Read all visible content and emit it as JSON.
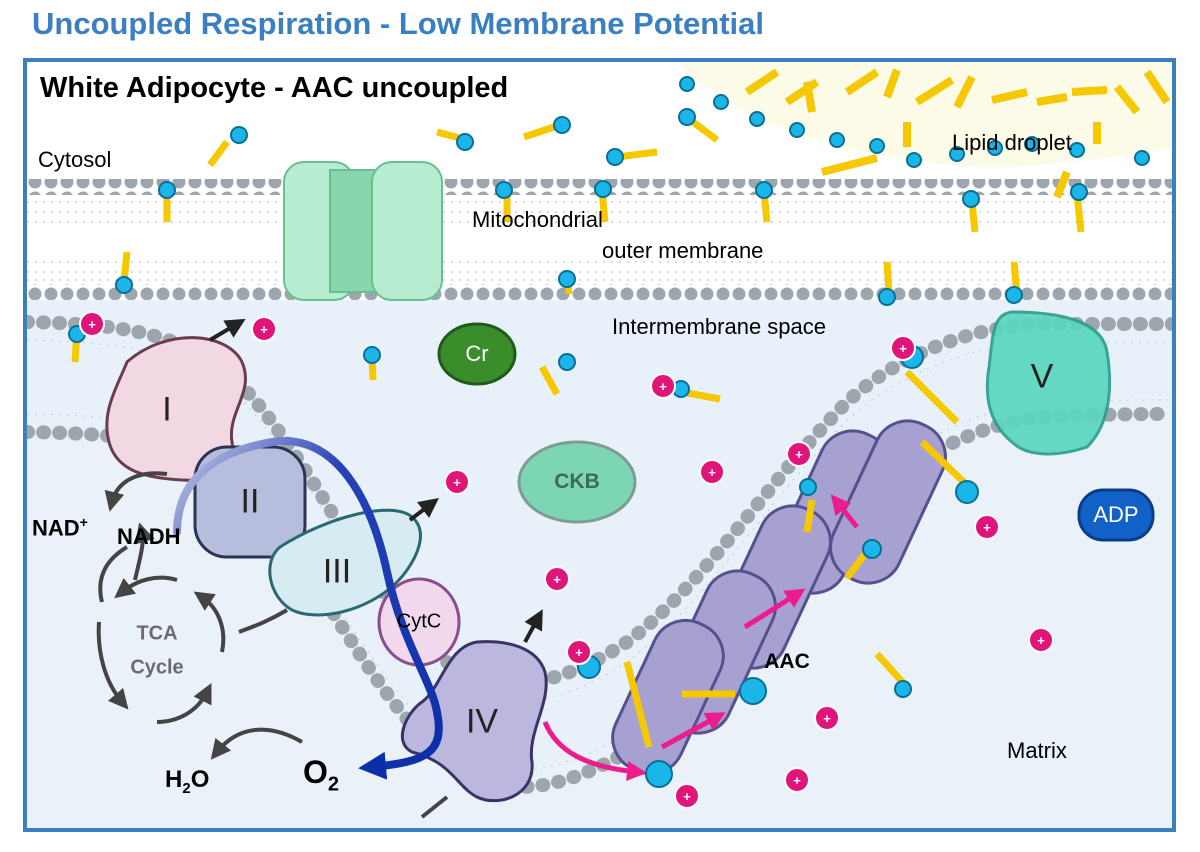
{
  "header": {
    "title": "Uncoupled Respiration - Low Membrane Potential"
  },
  "panel": {
    "title": "White Adipocyte - AAC uncoupled"
  },
  "regions": {
    "cytosol": "Cytosol",
    "outer_membrane_line1": "Mitochondrial",
    "outer_membrane_line2": "outer membrane",
    "lipid_droplet": "Lipid droplet",
    "intermembrane_space": "Intermembrane space",
    "matrix": "Matrix"
  },
  "complexes": {
    "c1": "I",
    "c2": "II",
    "c3": "III",
    "c4": "IV",
    "c5": "V",
    "cytc": "CytC",
    "aac": "AAC"
  },
  "molecules": {
    "cr": "Cr",
    "ckb": "CKB",
    "adp": "ADP",
    "nad": "NAD",
    "nad_sup": "+",
    "nadh": "NADH",
    "tca_line1": "TCA",
    "tca_line2": "Cycle",
    "h2o_h": "H",
    "h2o_sub": "2",
    "h2o_o": "O",
    "o2_o": "O",
    "o2_sub": "2",
    "proton": "+"
  },
  "colors": {
    "title_blue": "#3a7fc1",
    "membrane_head": "#9ea6ad",
    "fatty_acid_tail": "#f5c800",
    "fatty_acid_head": "#2ab6e6",
    "proton": "#e0157a",
    "electron_path": "#0b2fa8",
    "aac_arrow": "#ec1c8c",
    "cr": "#3b8d2c",
    "ckb": "#7cd6b3",
    "adp": "#1261c9"
  }
}
